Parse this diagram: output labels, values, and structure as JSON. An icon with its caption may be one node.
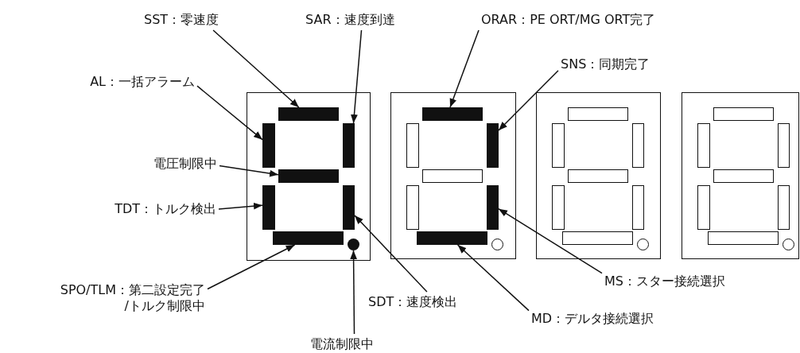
{
  "diagram": {
    "nodes": [
      {
        "text": [
          "SST：零速度"
        ]
      },
      {
        "text": [
          "SAR：速度到達"
        ]
      },
      {
        "text": [
          "ORAR：PE ORT/MG ORT完了"
        ]
      },
      {
        "text": [
          "AL：一括アラーム"
        ]
      },
      {
        "text": [
          "SNS：同期完了"
        ]
      },
      {
        "text": [
          "電圧制限中"
        ]
      },
      {
        "text": [
          "TDT：トルク検出"
        ]
      },
      {
        "text": [
          "SPO/TLM：第二設定完了 /トルク制限中"
        ]
      },
      {
        "text": [
          "SDT：速度検出"
        ]
      },
      {
        "text": [
          "MS：スター接続選択"
        ]
      },
      {
        "text": [
          "MD：デルタ接続選択"
        ]
      },
      {
        "text": [
          "電流制限中"
        ]
      },
      {
        "text": [],
        "shape": "box"
      },
      {
        "text": [],
        "shape": "bar",
        "in": 12
      },
      {
        "text": [],
        "shape": "bar",
        "in": 12
      },
      {
        "text": [],
        "shape": "bar",
        "in": 12
      },
      {
        "text": [],
        "shape": "bar",
        "in": 12
      },
      {
        "text": [],
        "shape": "bar",
        "in": 12
      },
      {
        "text": [],
        "shape": "bar",
        "in": 12
      },
      {
        "text": [],
        "shape": "bar",
        "in": 12
      },
      {
        "text": [],
        "shape": "dot",
        "in": 12
      },
      {
        "text": [],
        "shape": "box"
      },
      {
        "text": [],
        "shape": "bar",
        "in": 21
      },
      {
        "text": [],
        "shape": "box",
        "in": 21
      },
      {
        "text": [],
        "shape": "bar",
        "in": 21
      },
      {
        "text": [],
        "shape": "box",
        "in": 21
      },
      {
        "text": [],
        "shape": "box",
        "in": 21
      },
      {
        "text": [],
        "shape": "bar",
        "in": 21
      },
      {
        "text": [],
        "shape": "bar",
        "in": 21
      },
      {
        "text": [],
        "shape": "circle",
        "in": 21
      },
      {
        "text": [],
        "shape": "box"
      },
      {
        "text": [],
        "shape": "box",
        "in": 30
      },
      {
        "text": [],
        "shape": "box",
        "in": 30
      },
      {
        "text": [],
        "shape": "box",
        "in": 30
      },
      {
        "text": [],
        "shape": "box",
        "in": 30
      },
      {
        "text": [],
        "shape": "box",
        "in": 30
      },
      {
        "text": [],
        "shape": "box",
        "in": 30
      },
      {
        "text": [],
        "shape": "box",
        "in": 30
      },
      {
        "text": [],
        "shape": "circle",
        "in": 30
      },
      {
        "text": [],
        "shape": "box"
      },
      {
        "text": [],
        "shape": "box",
        "in": 39
      },
      {
        "text": [],
        "shape": "box",
        "in": 39
      },
      {
        "text": [],
        "shape": "box",
        "in": 39
      },
      {
        "text": [],
        "shape": "box",
        "in": 39
      },
      {
        "text": [],
        "shape": "box",
        "in": 39
      },
      {
        "text": [],
        "shape": "box",
        "in": 39
      },
      {
        "text": [],
        "shape": "box",
        "in": 39
      },
      {
        "text": [],
        "shape": "circle",
        "in": 39
      }
    ],
    "edges": [
      {
        "from": 0,
        "to": 13,
        "arrow": "to"
      },
      {
        "from": 1,
        "to": 15,
        "arrow": "to"
      },
      {
        "from": 2,
        "to": 22,
        "arrow": "to"
      },
      {
        "from": 3,
        "to": 14,
        "arrow": "to"
      },
      {
        "from": 4,
        "to": 24,
        "arrow": "to"
      },
      {
        "from": 5,
        "to": 16,
        "arrow": "to"
      },
      {
        "from": 6,
        "to": 17,
        "arrow": "to"
      },
      {
        "from": 7,
        "to": 19,
        "arrow": "to"
      },
      {
        "from": 8,
        "to": 18,
        "arrow": "to"
      },
      {
        "from": 9,
        "to": 27,
        "arrow": "to"
      },
      {
        "from": 10,
        "to": 28,
        "arrow": "to"
      },
      {
        "from": 11,
        "to": 20,
        "arrow": "to"
      }
    ]
  }
}
